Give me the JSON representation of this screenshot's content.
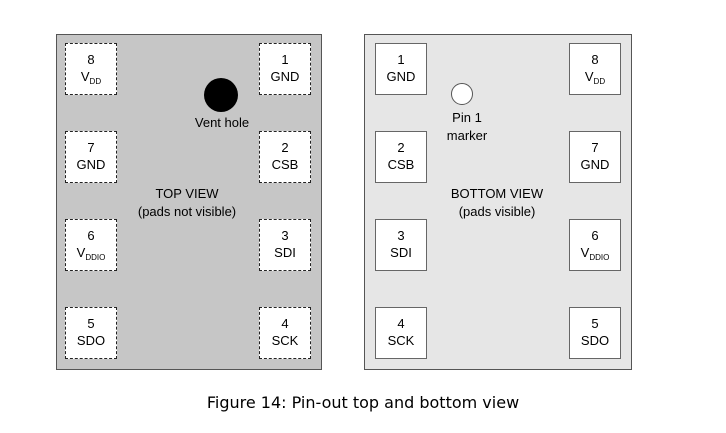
{
  "top_view": {
    "title": "TOP VIEW",
    "subtitle": "(pads not visible)",
    "vent_label": "Vent hole",
    "pads": [
      {
        "num": "8",
        "name": "V",
        "sub": "DD"
      },
      {
        "num": "1",
        "name": "GND",
        "sub": ""
      },
      {
        "num": "7",
        "name": "GND",
        "sub": ""
      },
      {
        "num": "2",
        "name": "CSB",
        "sub": ""
      },
      {
        "num": "6",
        "name": "V",
        "sub": "DDIO"
      },
      {
        "num": "3",
        "name": "SDI",
        "sub": ""
      },
      {
        "num": "5",
        "name": "SDO",
        "sub": ""
      },
      {
        "num": "4",
        "name": "SCK",
        "sub": ""
      }
    ]
  },
  "bottom_view": {
    "title": "BOTTOM VIEW",
    "subtitle": "(pads visible)",
    "marker_label_line1": "Pin 1",
    "marker_label_line2": "marker",
    "pads": [
      {
        "num": "1",
        "name": "GND",
        "sub": ""
      },
      {
        "num": "8",
        "name": "V",
        "sub": "DD"
      },
      {
        "num": "2",
        "name": "CSB",
        "sub": ""
      },
      {
        "num": "7",
        "name": "GND",
        "sub": ""
      },
      {
        "num": "3",
        "name": "SDI",
        "sub": ""
      },
      {
        "num": "6",
        "name": "V",
        "sub": "DDIO"
      },
      {
        "num": "4",
        "name": "SCK",
        "sub": ""
      },
      {
        "num": "5",
        "name": "SDO",
        "sub": ""
      }
    ]
  },
  "caption": "Figure 14: Pin-out top and bottom view"
}
